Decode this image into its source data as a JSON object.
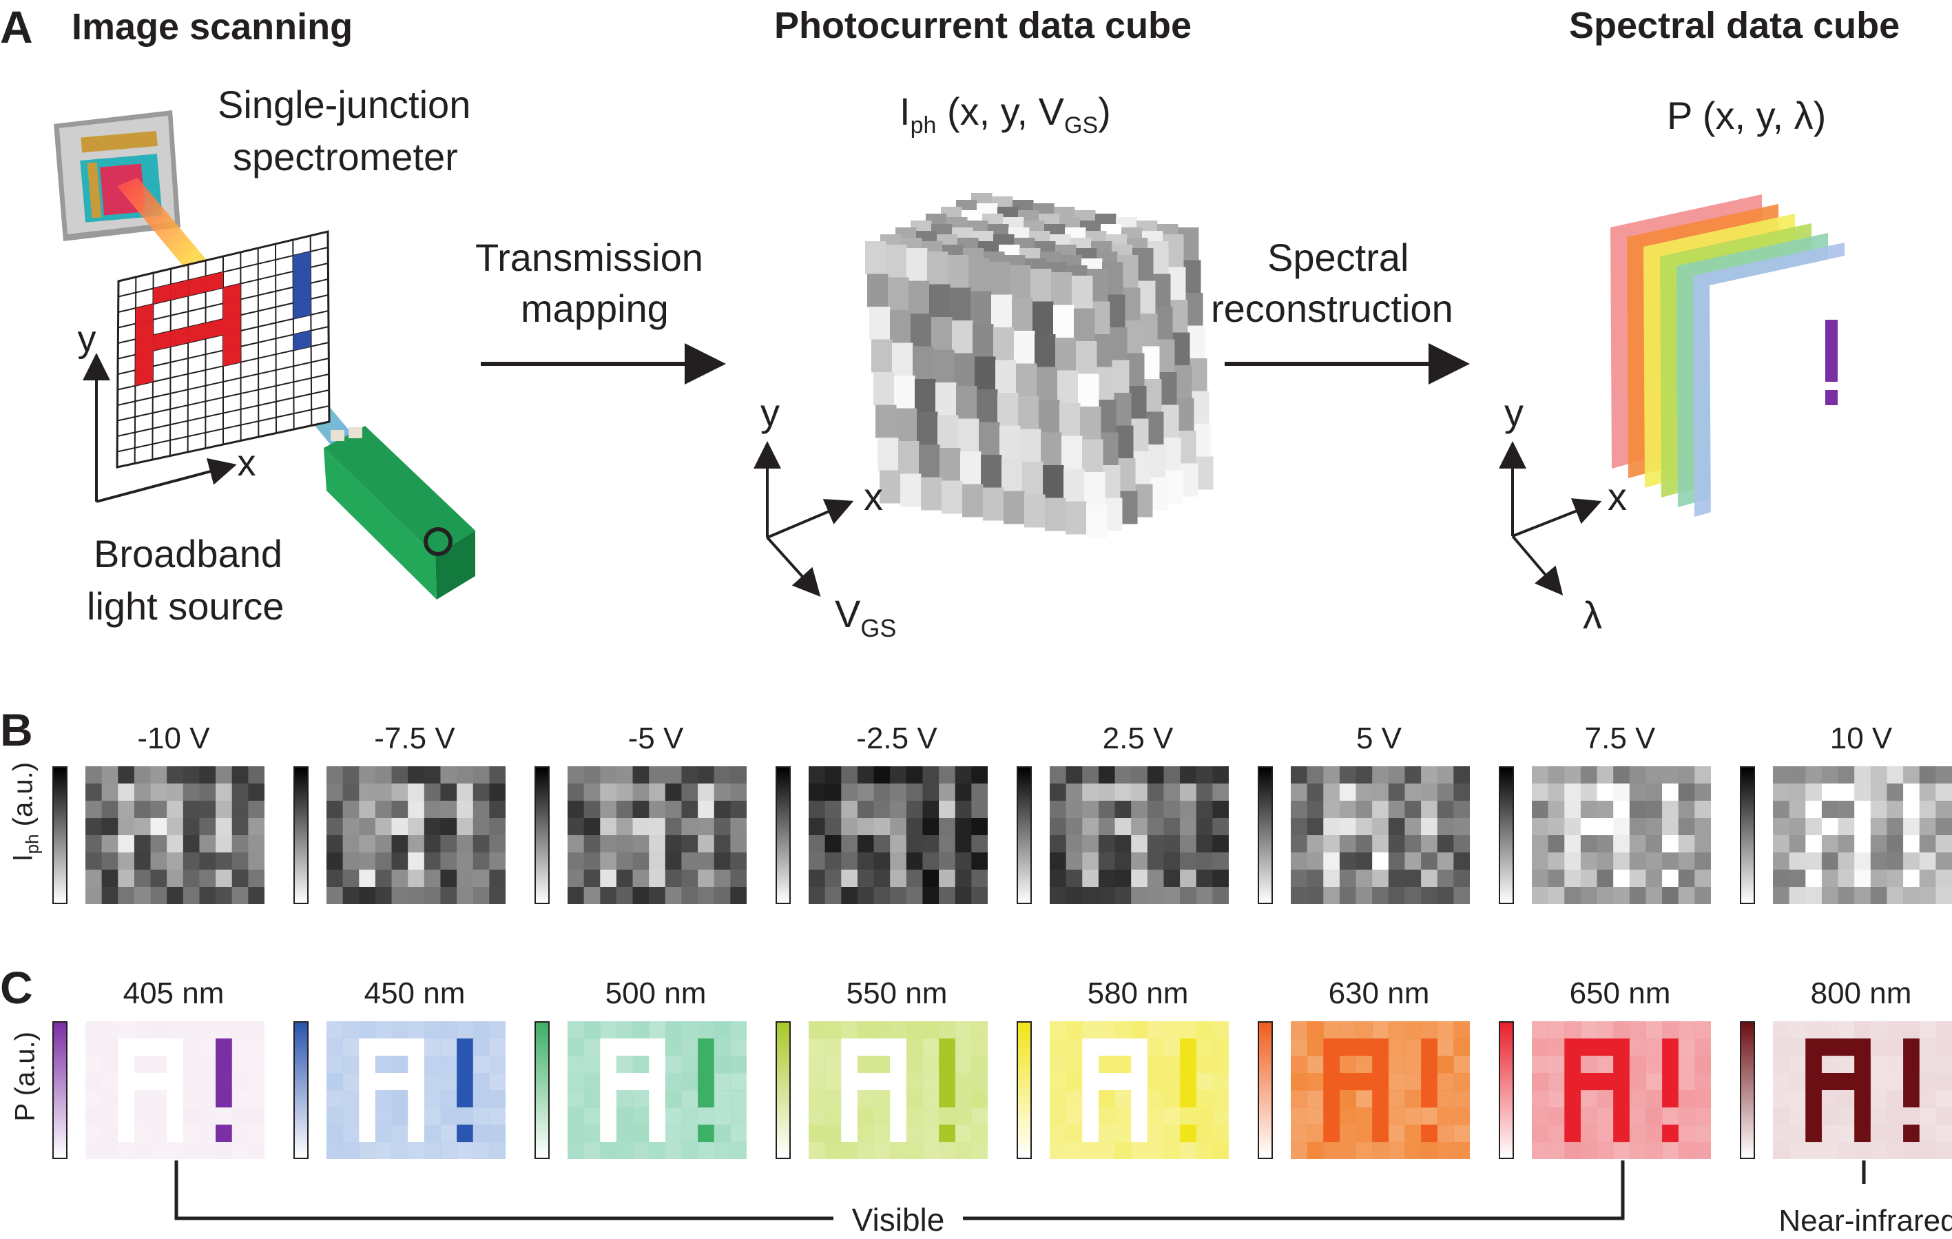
{
  "panel_a": {
    "letter": "A",
    "image_scanning": {
      "title": "Image scanning",
      "spectrometer_label": [
        "Single-junction",
        "spectrometer"
      ],
      "source_label": [
        "Broadband",
        "light source"
      ],
      "axis_x": "x",
      "axis_y": "y",
      "target_pattern": "A!"
    },
    "transmission_mapping": [
      "Transmission",
      "mapping"
    ],
    "photocurrent_cube": {
      "title": "Photocurrent data cube",
      "formula_main": "I",
      "formula_sub": "ph",
      "formula_rest": " (x, y, V",
      "formula_sub2": "GS",
      "formula_end": ")",
      "axis_x": "x",
      "axis_y": "y",
      "axis_z_main": "V",
      "axis_z_sub": "GS"
    },
    "spectral_reconstruction": [
      "Spectral",
      "reconstruction"
    ],
    "spectral_cube": {
      "title": "Spectral data cube",
      "formula": "P (x, y, λ)",
      "axis_x": "x",
      "axis_y": "y",
      "axis_z": "λ",
      "layer_colors": [
        "#f28e8e",
        "#f58a3c",
        "#f4ec5a",
        "#b7da5a",
        "#8fd2b0",
        "#a8c2ea",
        "#ffffff"
      ]
    }
  },
  "panel_b": {
    "letter": "B",
    "ylabel_main": "I",
    "ylabel_sub": "ph",
    "ylabel_rest": " (a.u.)",
    "maps": [
      {
        "label": "-10 V",
        "level": 0.35
      },
      {
        "label": "-7.5 V",
        "level": 0.3
      },
      {
        "label": "-5 V",
        "level": 0.3
      },
      {
        "label": "-2.5 V",
        "level": 0.1
      },
      {
        "label": "2.5 V",
        "level": 0.25
      },
      {
        "label": "5 V",
        "level": 0.45
      },
      {
        "label": "7.5 V",
        "level": 0.7
      },
      {
        "label": "10 V",
        "level": 0.8
      }
    ]
  },
  "panel_c": {
    "letter": "C",
    "ylabel": "P (a.u.)",
    "maps": [
      {
        "label": "405 nm",
        "color": "#7b2fa5",
        "bg": "#f6eef5"
      },
      {
        "label": "450 nm",
        "color": "#2a55b0",
        "bg": "#b9cdec"
      },
      {
        "label": "500 nm",
        "color": "#3eb066",
        "bg": "#a3dcc4"
      },
      {
        "label": "550 nm",
        "color": "#a8c82a",
        "bg": "#d3e68a"
      },
      {
        "label": "580 nm",
        "color": "#f2e41a",
        "bg": "#f5ee6e"
      },
      {
        "label": "630 nm",
        "color": "#ef5e1e",
        "bg": "#f28a3e"
      },
      {
        "label": "650 nm",
        "color": "#e8202b",
        "bg": "#f29ba0"
      },
      {
        "label": "800 nm",
        "color": "#6b0f14",
        "bg": "#ecd9db"
      }
    ],
    "visible_label": "Visible",
    "nir_label": "Near-infrared"
  }
}
